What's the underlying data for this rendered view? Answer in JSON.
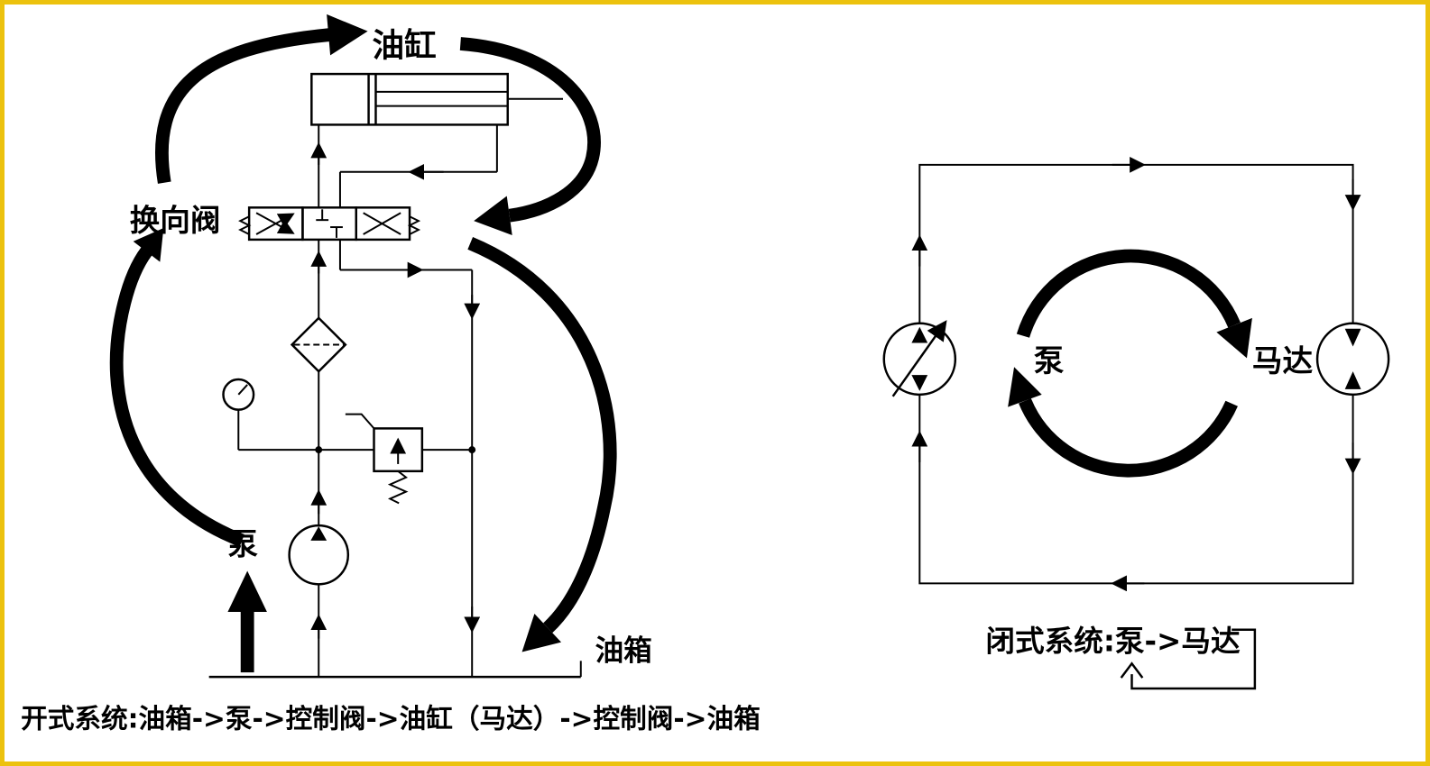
{
  "page": {
    "background": "#ffffff",
    "border_color": "#ecc20e",
    "line_color": "#000000"
  },
  "open_system": {
    "labels": {
      "cylinder": "油缸",
      "directional_valve": "换向阀",
      "pump": "泵",
      "tank": "油箱"
    },
    "caption": "开式系统:油箱->泵->控制阀->油缸（马达）->控制阀->油箱"
  },
  "closed_system": {
    "labels": {
      "pump": "泵",
      "motor": "马达"
    },
    "caption": "闭式系统:泵->马达"
  }
}
